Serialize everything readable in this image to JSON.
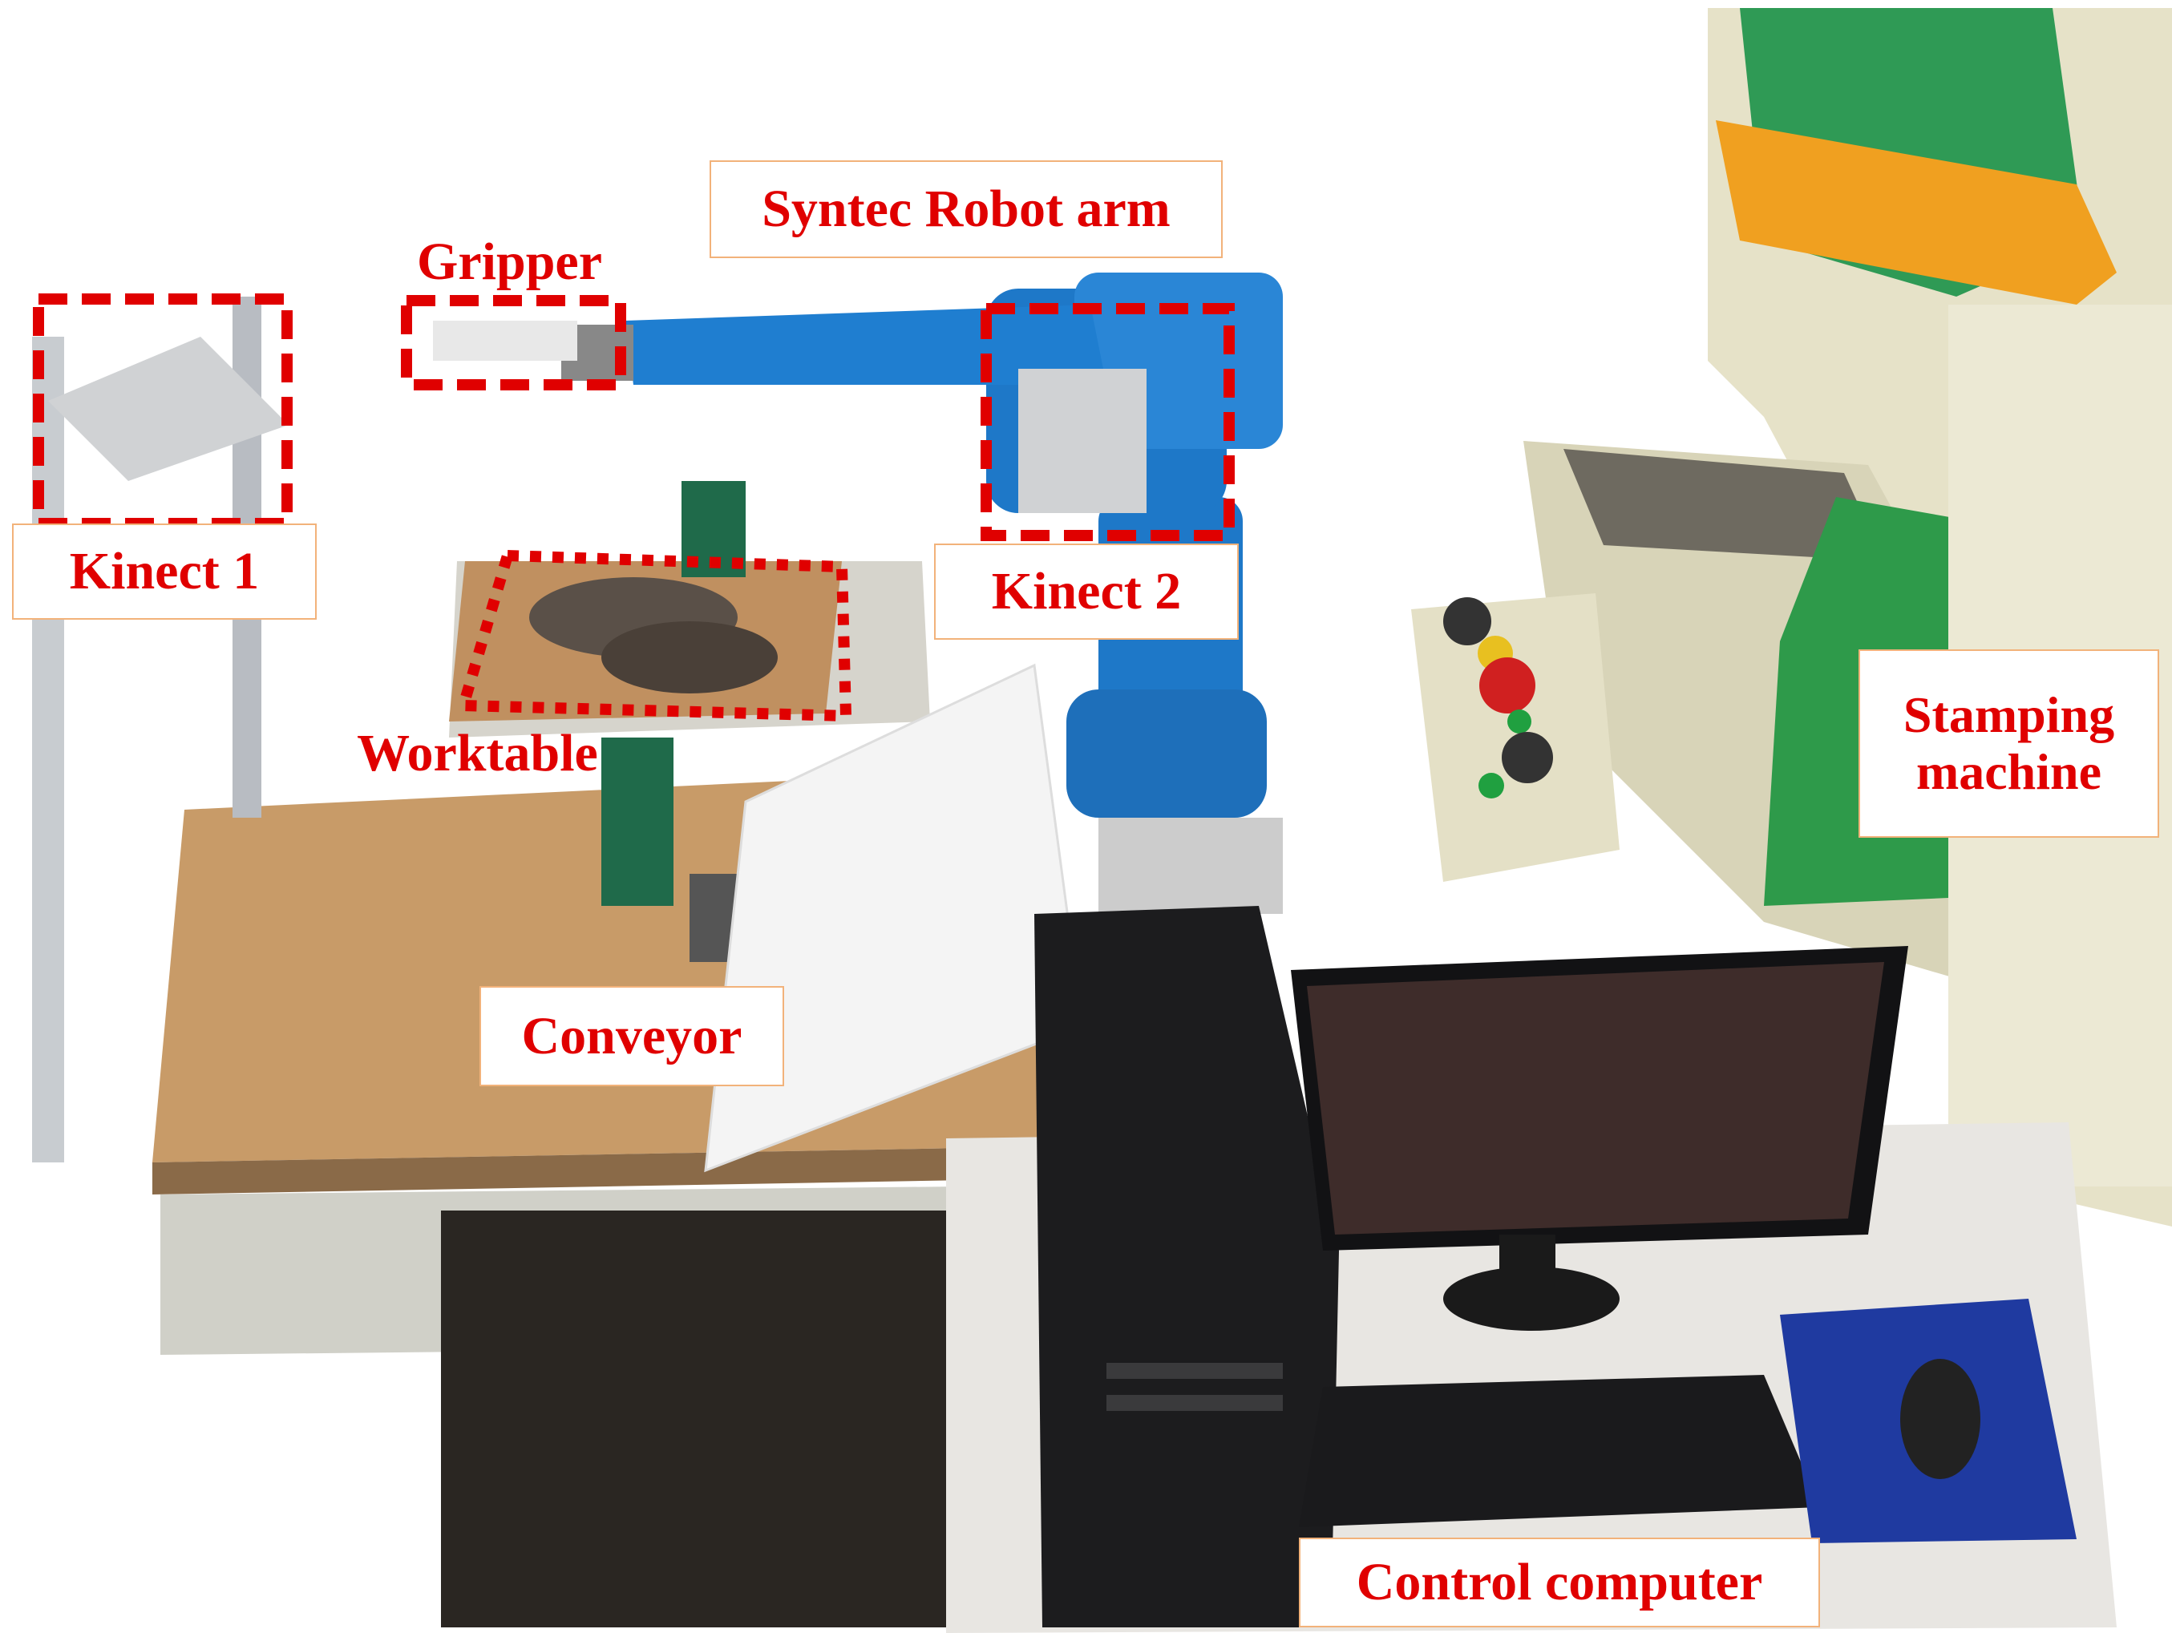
{
  "labels": {
    "robot_arm": "Syntec Robot arm",
    "gripper": "Gripper",
    "kinect1": "Kinect 1",
    "kinect2": "Kinect 2",
    "worktable": "Worktable",
    "conveyor": "Conveyor",
    "stamping_line1": "Stamping",
    "stamping_line2": "machine",
    "computer": "Control computer"
  },
  "colors": {
    "label_text": "#e00000",
    "highlight_box": "#e00000",
    "label_border": "#f2b27a",
    "robot_blue": "#1e78c8",
    "press_green": "#2e9a4a",
    "press_orange": "#f0a020"
  }
}
